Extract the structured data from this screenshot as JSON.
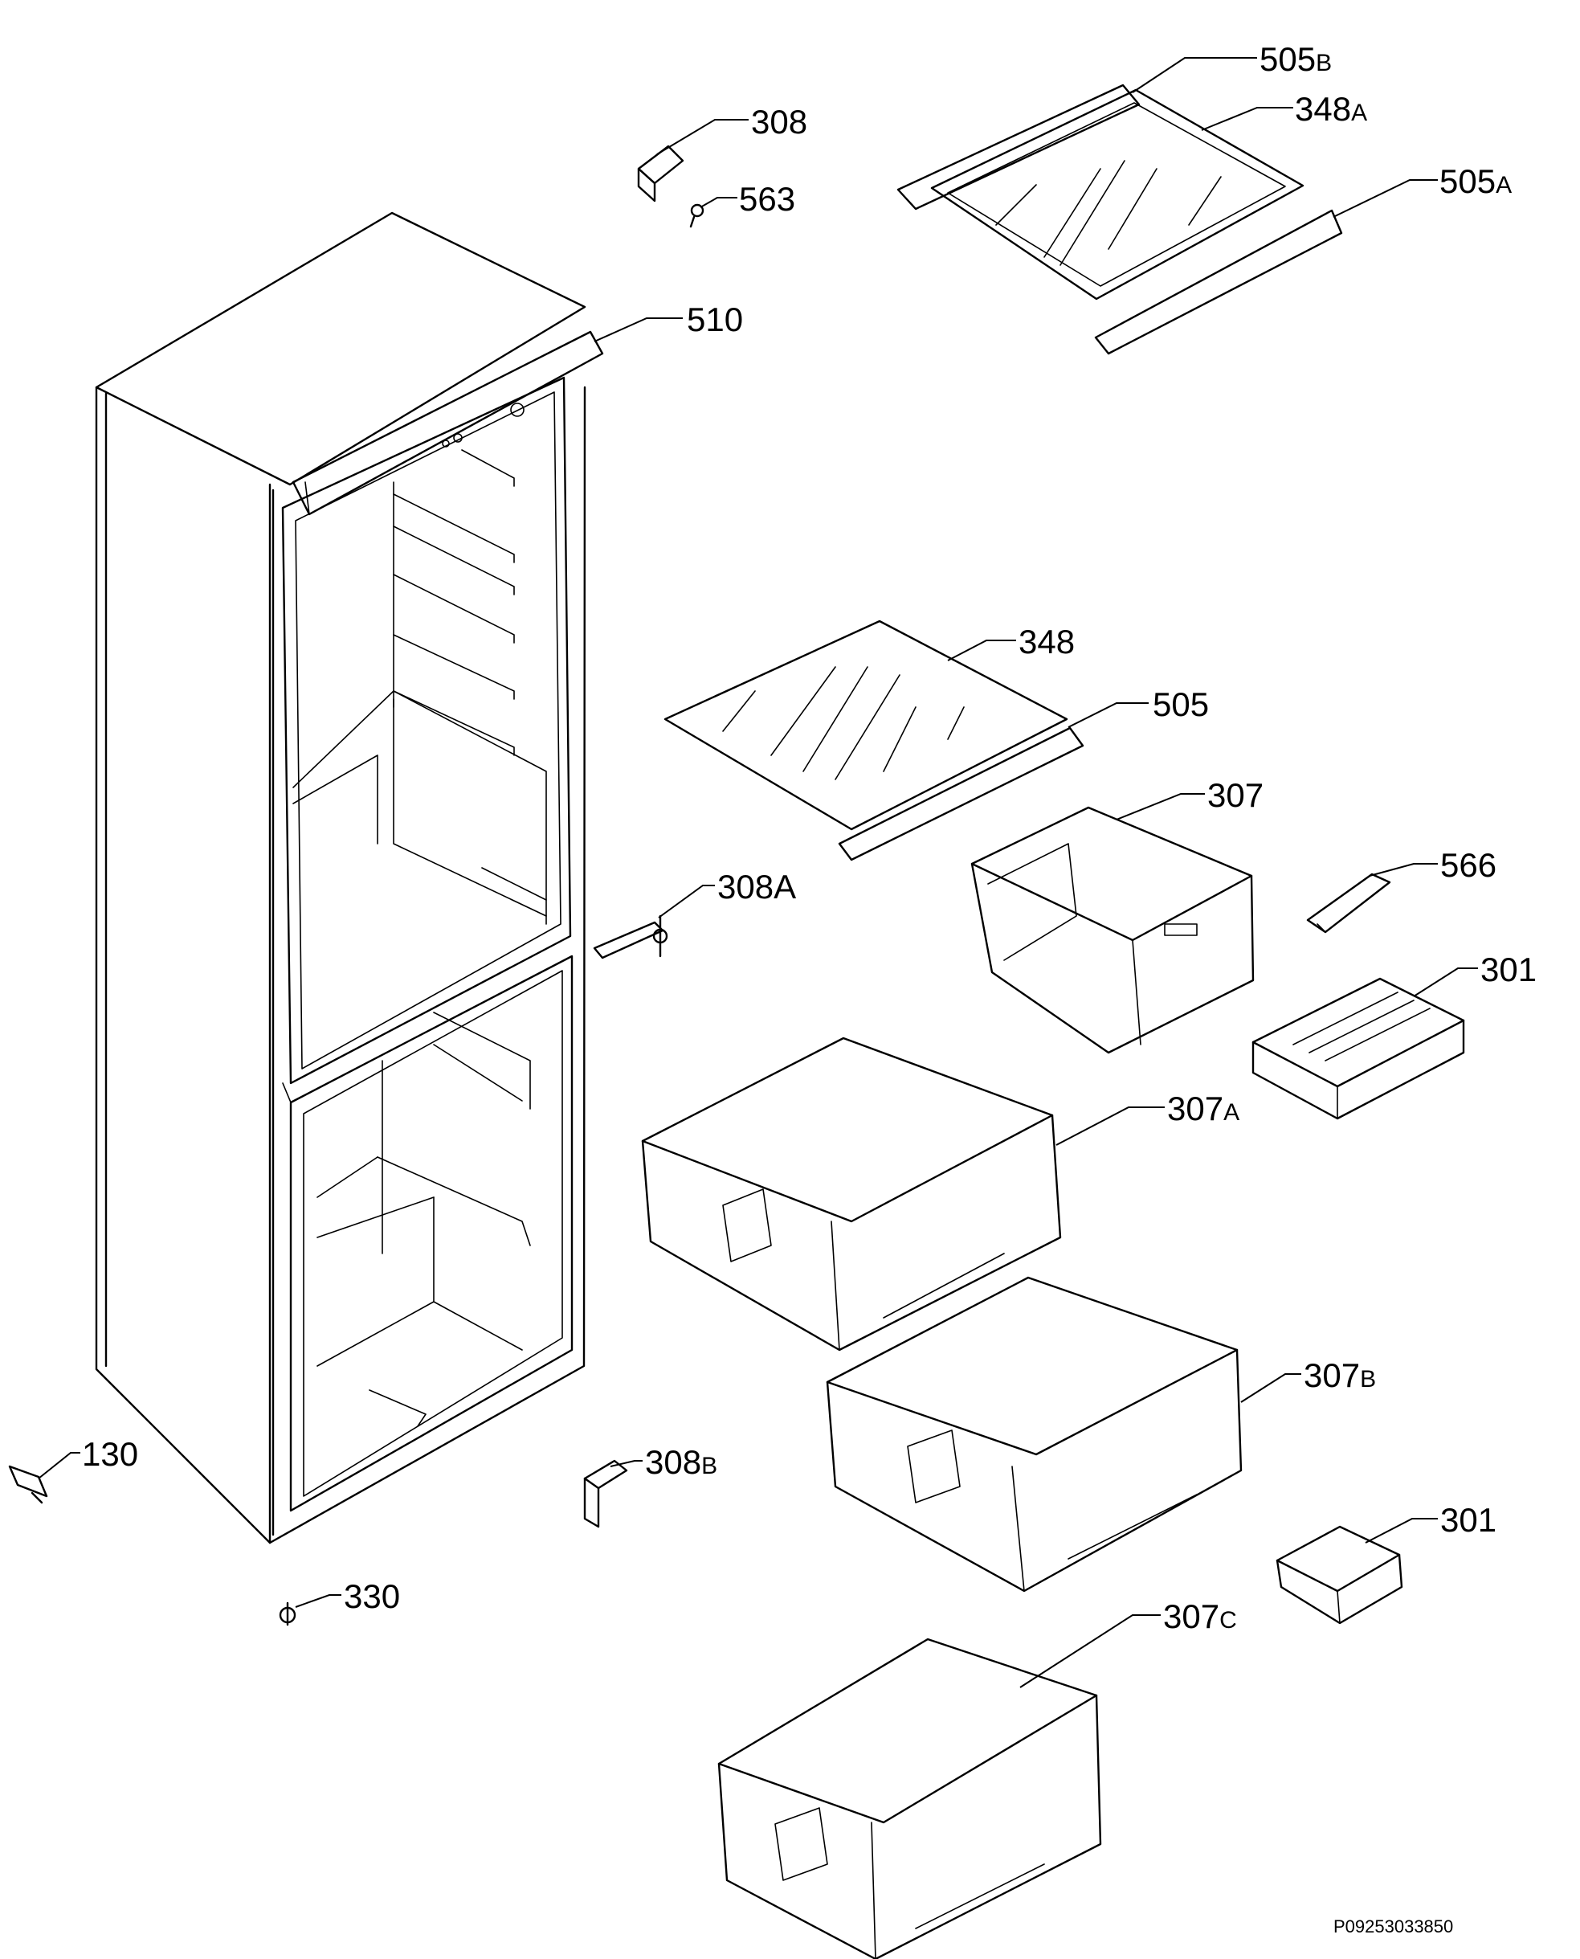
{
  "diagram": {
    "callouts": [
      {
        "id": "c505b",
        "num": "505",
        "suffix": "B"
      },
      {
        "id": "c348a",
        "num": "348",
        "suffix": "A"
      },
      {
        "id": "c505a",
        "num": "505",
        "suffix": "A"
      },
      {
        "id": "c308",
        "num": "308",
        "suffix": ""
      },
      {
        "id": "c563",
        "num": "563",
        "suffix": ""
      },
      {
        "id": "c510",
        "num": "510",
        "suffix": ""
      },
      {
        "id": "c348",
        "num": "348",
        "suffix": ""
      },
      {
        "id": "c505",
        "num": "505",
        "suffix": ""
      },
      {
        "id": "c307",
        "num": "307",
        "suffix": ""
      },
      {
        "id": "c566",
        "num": "566",
        "suffix": ""
      },
      {
        "id": "c308a",
        "num": "308",
        "suffix": "A"
      },
      {
        "id": "c301a",
        "num": "301",
        "suffix": ""
      },
      {
        "id": "c307a",
        "num": "307",
        "suffix": "A"
      },
      {
        "id": "c307b",
        "num": "307",
        "suffix": "B"
      },
      {
        "id": "c130",
        "num": "130",
        "suffix": ""
      },
      {
        "id": "c308b",
        "num": "308",
        "suffix": "B"
      },
      {
        "id": "c301b",
        "num": "301",
        "suffix": ""
      },
      {
        "id": "c330",
        "num": "330",
        "suffix": ""
      },
      {
        "id": "c307c",
        "num": "307",
        "suffix": "C"
      }
    ],
    "drawing_code": "P09253033850"
  }
}
